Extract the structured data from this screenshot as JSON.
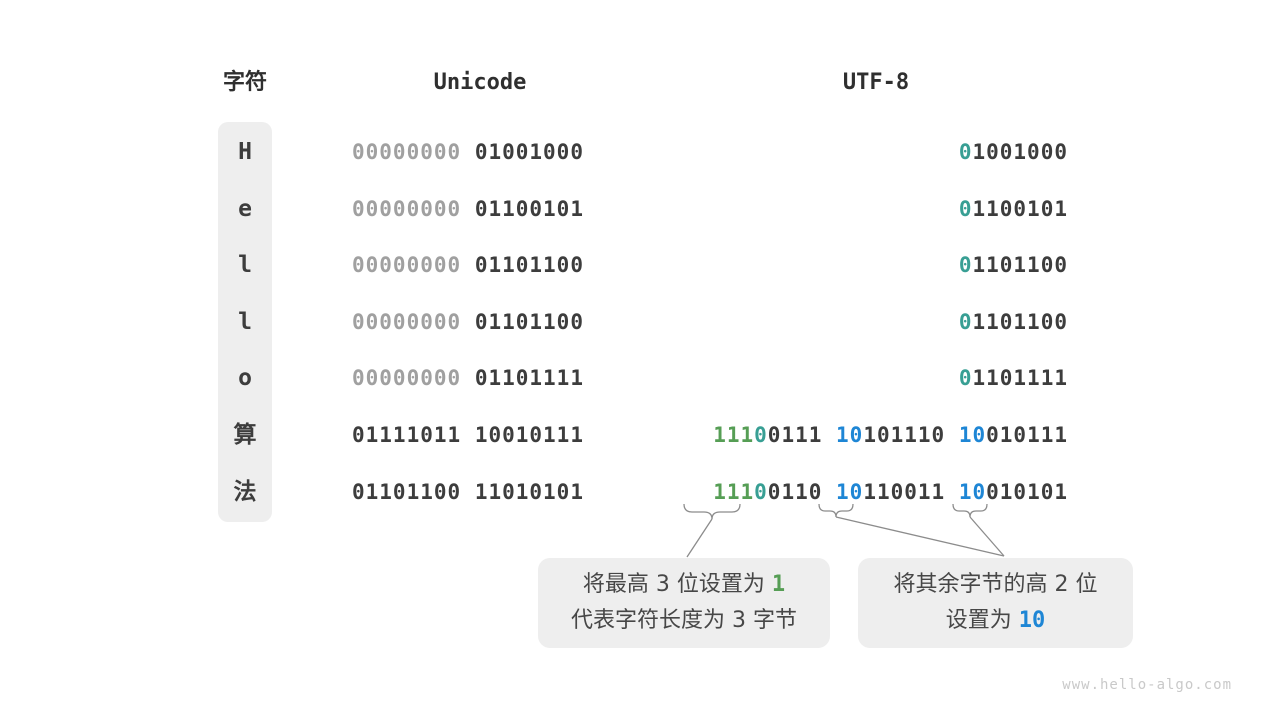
{
  "colors": {
    "dark": "#3D3D3D",
    "gray": "#A0A0A0",
    "teal": "#389F94",
    "green": "#569E55",
    "blue": "#1E86D5",
    "cell_bg": "#EEEEEE",
    "connector": "#8C8C8C",
    "watermark": "#C9C9C9"
  },
  "header": {
    "char": "字符",
    "unicode": "Unicode",
    "utf8": "UTF-8"
  },
  "rows": [
    {
      "char": "H",
      "unicode": [
        {
          "t": "00000000",
          "c": "gray"
        },
        {
          "t": "01001000",
          "c": "dark"
        }
      ],
      "utf8": [
        [
          {
            "t": "0",
            "c": "teal"
          },
          {
            "t": "1001000",
            "c": "dark"
          }
        ]
      ]
    },
    {
      "char": "e",
      "unicode": [
        {
          "t": "00000000",
          "c": "gray"
        },
        {
          "t": "01100101",
          "c": "dark"
        }
      ],
      "utf8": [
        [
          {
            "t": "0",
            "c": "teal"
          },
          {
            "t": "1100101",
            "c": "dark"
          }
        ]
      ]
    },
    {
      "char": "l",
      "unicode": [
        {
          "t": "00000000",
          "c": "gray"
        },
        {
          "t": "01101100",
          "c": "dark"
        }
      ],
      "utf8": [
        [
          {
            "t": "0",
            "c": "teal"
          },
          {
            "t": "1101100",
            "c": "dark"
          }
        ]
      ]
    },
    {
      "char": "l",
      "unicode": [
        {
          "t": "00000000",
          "c": "gray"
        },
        {
          "t": "01101100",
          "c": "dark"
        }
      ],
      "utf8": [
        [
          {
            "t": "0",
            "c": "teal"
          },
          {
            "t": "1101100",
            "c": "dark"
          }
        ]
      ]
    },
    {
      "char": "o",
      "unicode": [
        {
          "t": "00000000",
          "c": "gray"
        },
        {
          "t": "01101111",
          "c": "dark"
        }
      ],
      "utf8": [
        [
          {
            "t": "0",
            "c": "teal"
          },
          {
            "t": "1101111",
            "c": "dark"
          }
        ]
      ]
    },
    {
      "char": "算",
      "unicode": [
        {
          "t": "01111011",
          "c": "dark"
        },
        {
          "t": "10010111",
          "c": "dark"
        }
      ],
      "utf8": [
        [
          {
            "t": "111",
            "c": "green"
          },
          {
            "t": "0",
            "c": "teal"
          },
          {
            "t": "0111",
            "c": "dark"
          }
        ],
        [
          {
            "t": "10",
            "c": "blue"
          },
          {
            "t": "101110",
            "c": "dark"
          }
        ],
        [
          {
            "t": "10",
            "c": "blue"
          },
          {
            "t": "010111",
            "c": "dark"
          }
        ]
      ]
    },
    {
      "char": "法",
      "unicode": [
        {
          "t": "01101100",
          "c": "dark"
        },
        {
          "t": "11010101",
          "c": "dark"
        }
      ],
      "utf8": [
        [
          {
            "t": "111",
            "c": "green"
          },
          {
            "t": "0",
            "c": "teal"
          },
          {
            "t": "0110",
            "c": "dark"
          }
        ],
        [
          {
            "t": "10",
            "c": "blue"
          },
          {
            "t": "110011",
            "c": "dark"
          }
        ],
        [
          {
            "t": "10",
            "c": "blue"
          },
          {
            "t": "010101",
            "c": "dark"
          }
        ]
      ]
    }
  ],
  "callouts": {
    "leading": {
      "line1_pre": "将最高 3 位设置为 ",
      "line1_accent": "1",
      "line2": "代表字符长度为 3 字节"
    },
    "continuation": {
      "line1": "将其余字节的高 2 位",
      "line2_pre": "设置为 ",
      "line2_accent": "10"
    }
  },
  "watermark": "www.hello-algo.com"
}
